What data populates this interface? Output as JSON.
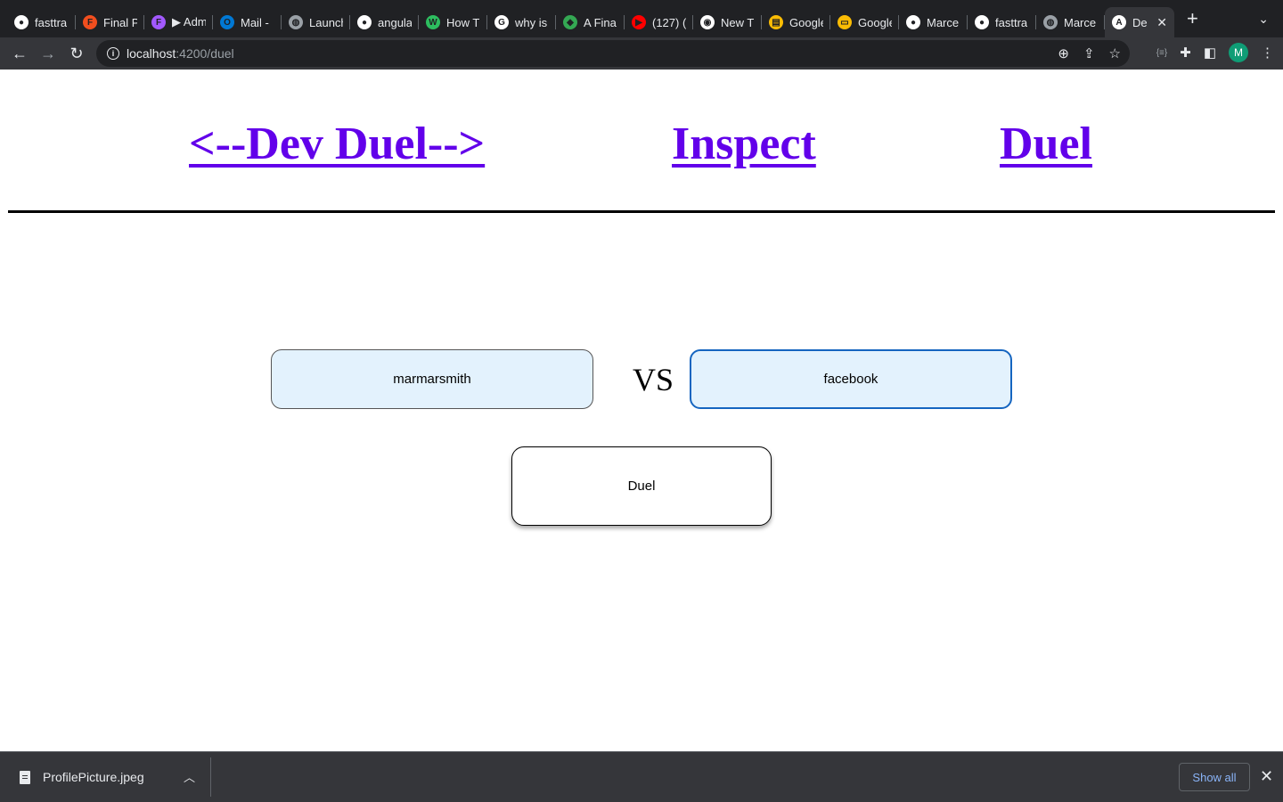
{
  "browser": {
    "tabs": [
      {
        "title": "fasttra",
        "icon": "github-icon",
        "color": "#ffffff"
      },
      {
        "title": "Final P",
        "icon": "figma-icon",
        "color": "#f24e1e"
      },
      {
        "title": "▶ Adm",
        "icon": "figma-icon",
        "color": "#a259ff"
      },
      {
        "title": "Mail - ",
        "icon": "outlook-icon",
        "color": "#0078d4"
      },
      {
        "title": "Launch",
        "icon": "globe-icon",
        "color": "#9aa0a6"
      },
      {
        "title": "angula",
        "icon": "github-icon",
        "color": "#ffffff"
      },
      {
        "title": "How T",
        "icon": "webflow-icon",
        "color": "#2dbd5f"
      },
      {
        "title": "why is",
        "icon": "google-icon",
        "color": "#ffffff"
      },
      {
        "title": "A Fina",
        "icon": "layers-icon",
        "color": "#34a853"
      },
      {
        "title": "(127) (",
        "icon": "youtube-icon",
        "color": "#ff0000"
      },
      {
        "title": "New T",
        "icon": "chrome-icon",
        "color": "#ffffff"
      },
      {
        "title": "Google",
        "icon": "google-docs-icon",
        "color": "#fbbc04"
      },
      {
        "title": "Google",
        "icon": "google-slides-icon",
        "color": "#fbbc04"
      },
      {
        "title": "Marce",
        "icon": "github-icon",
        "color": "#ffffff"
      },
      {
        "title": "fasttra",
        "icon": "github-icon",
        "color": "#ffffff"
      },
      {
        "title": "Marce",
        "icon": "globe-icon",
        "color": "#9aa0a6"
      },
      {
        "title": "De",
        "icon": "angular-icon",
        "color": "#ffffff",
        "active": true
      }
    ],
    "url_host": "localhost",
    "url_path": ":4200/duel",
    "profile_initial": "M"
  },
  "nav": {
    "home": "<--Dev Duel-->",
    "inspect": "Inspect",
    "duel": "Duel"
  },
  "duel": {
    "user1": "marmarsmith",
    "user2": "facebook",
    "vs": "VS",
    "button": "Duel"
  },
  "downloads": {
    "file": "ProfilePicture.jpeg",
    "show_all": "Show all"
  }
}
